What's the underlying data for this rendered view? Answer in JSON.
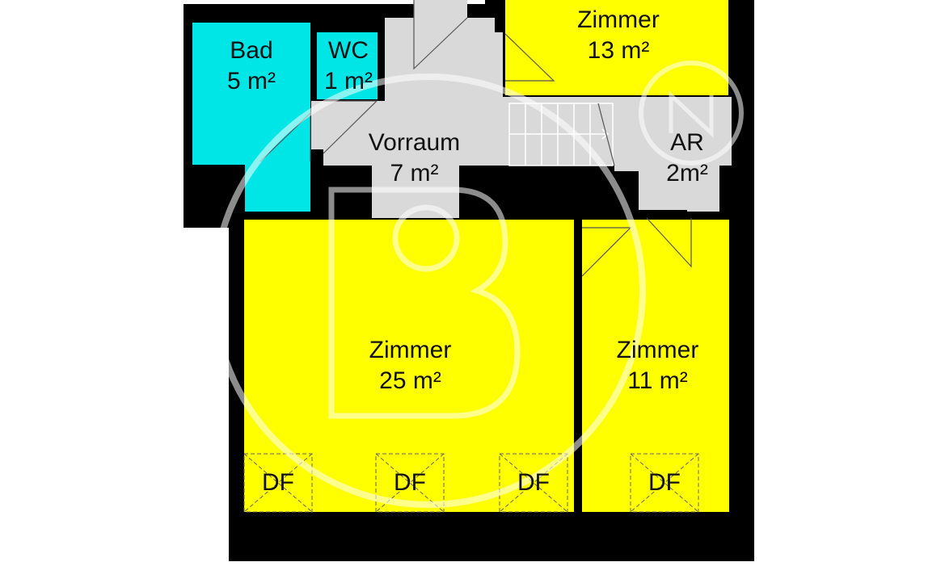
{
  "rooms": {
    "bad": {
      "name": "Bad",
      "area": "5 m²"
    },
    "wc": {
      "name": "WC",
      "area": "1 m²"
    },
    "vorraum": {
      "name": "Vorraum",
      "area": "7 m²"
    },
    "zimmer_top": {
      "name": "Zimmer",
      "area": "13 m²"
    },
    "ar": {
      "name": "AR",
      "area": "2m²"
    },
    "zimmer_large": {
      "name": "Zimmer",
      "area": "25 m²"
    },
    "zimmer_right": {
      "name": "Zimmer",
      "area": "11 m²"
    }
  },
  "skylight_label": "DF",
  "colors": {
    "wall": "#000000",
    "room_yellow": "#ffff00",
    "room_cyan": "#00e5e5",
    "circulation_gray": "#d9d9d9",
    "watermark": "#ffffff"
  },
  "watermark": {
    "letter": "B",
    "compass_letter": "N"
  }
}
